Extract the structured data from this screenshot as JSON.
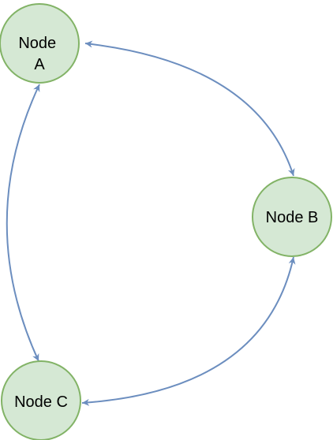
{
  "diagram": {
    "nodes": [
      {
        "id": "A",
        "label_lines": [
          "Node",
          "A"
        ]
      },
      {
        "id": "B",
        "label_lines": [
          "Node B"
        ]
      },
      {
        "id": "C",
        "label_lines": [
          "Node C"
        ]
      }
    ],
    "edges": [
      {
        "from": "A",
        "to": "B",
        "direction": "both"
      },
      {
        "from": "B",
        "to": "C",
        "direction": "both"
      },
      {
        "from": "C",
        "to": "A",
        "direction": "both"
      }
    ],
    "colors": {
      "node_fill": "#d5e8d4",
      "node_stroke": "#82b366",
      "edge": "#6c8ebf",
      "text": "#000000"
    }
  }
}
